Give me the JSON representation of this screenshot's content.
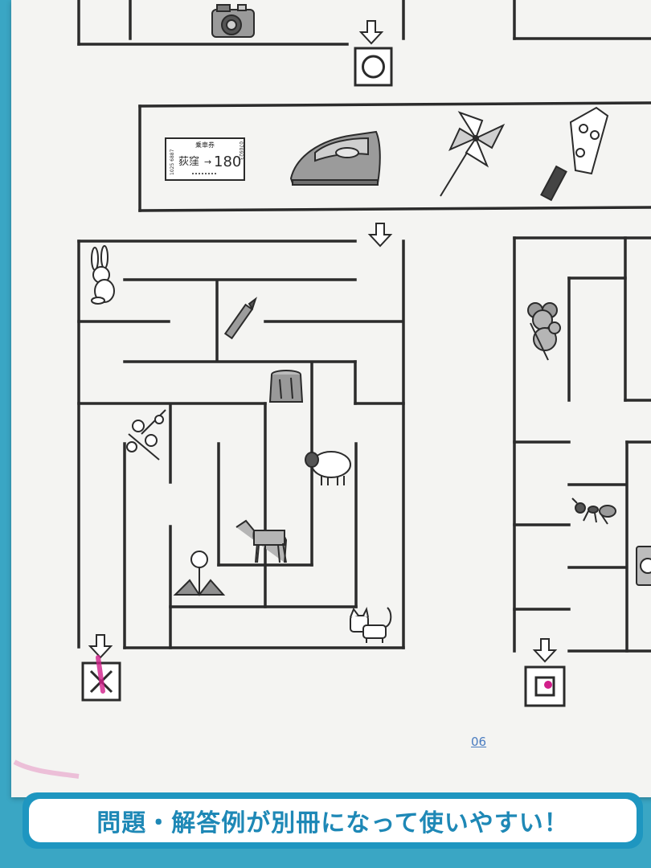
{
  "ticket": {
    "header": "乗車券",
    "station": "荻窪",
    "fare": "180",
    "left_code": "1025 6887",
    "right_code": "070923"
  },
  "page_number": "06",
  "banner_text": "問題・解答例が別冊になって使いやすい！",
  "colors": {
    "line": "#2b2b2b",
    "marker": "#d21f8a",
    "banner": "#1e96c0"
  }
}
